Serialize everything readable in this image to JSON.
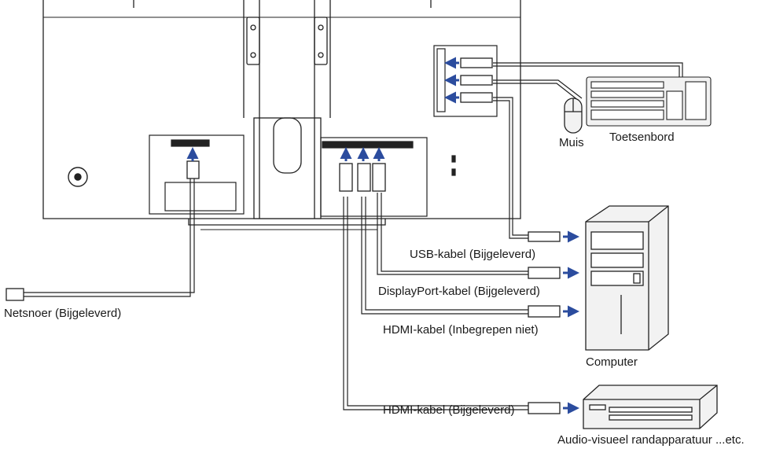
{
  "labels": {
    "mouse": "Muis",
    "keyboard": "Toetsenbord",
    "usb_cable": "USB-kabel (Bijgeleverd)",
    "displayport_cable": "DisplayPort-kabel (Bijgeleverd)",
    "hdmi_cable_pc": "HDMI-kabel (Inbegrepen niet)",
    "power_cord": "Netsnoer (Bijgeleverd)",
    "computer": "Computer",
    "hdmi_cable_av": "HDMI-kabel (Bijgeleverd)",
    "av_device": "Audio-visueel randapparatuur ...etc."
  },
  "colors": {
    "line": "#222222",
    "arrow": "#2b4c9e",
    "device_fill": "#f2f2f2"
  }
}
